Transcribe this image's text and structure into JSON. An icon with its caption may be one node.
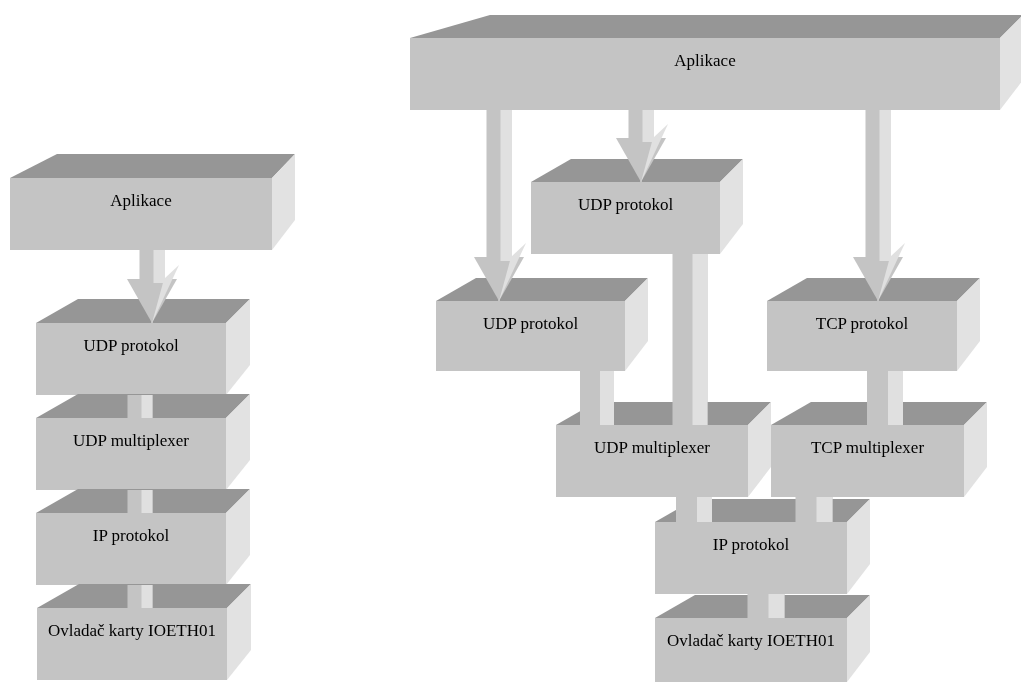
{
  "diagram": {
    "nodes": [
      {
        "text": [
          "Aplikace"
        ]
      },
      {
        "text": [
          "UDP protokol"
        ]
      },
      {
        "text": [
          "UDP multiplexer"
        ]
      },
      {
        "text": [
          "IP protokol"
        ]
      },
      {
        "text": [
          "Ovladač karty IOETH01"
        ]
      },
      {
        "text": [
          "Aplikace"
        ]
      },
      {
        "text": [
          "UDP protokol"
        ]
      },
      {
        "text": [
          "UDP protokol"
        ]
      },
      {
        "text": [
          "TCP protokol"
        ]
      },
      {
        "text": [
          "UDP multiplexer"
        ]
      },
      {
        "text": [
          "TCP multiplexer"
        ]
      },
      {
        "text": [
          "IP protokol"
        ]
      },
      {
        "text": [
          "Ovladač karty IOETH01"
        ]
      }
    ],
    "edges": [
      {
        "from": 0,
        "to": 1,
        "arrow": "to"
      },
      {
        "from": 1,
        "to": 2,
        "arrow": "none"
      },
      {
        "from": 2,
        "to": 3,
        "arrow": "none"
      },
      {
        "from": 3,
        "to": 4,
        "arrow": "none"
      },
      {
        "from": 5,
        "to": 7,
        "arrow": "to"
      },
      {
        "from": 5,
        "to": 6,
        "arrow": "to"
      },
      {
        "from": 5,
        "to": 8,
        "arrow": "to"
      },
      {
        "from": 6,
        "to": 9,
        "arrow": "none"
      },
      {
        "from": 7,
        "to": 9,
        "arrow": "none"
      },
      {
        "from": 8,
        "to": 10,
        "arrow": "none"
      },
      {
        "from": 9,
        "to": 11,
        "arrow": "none"
      },
      {
        "from": 10,
        "to": 11,
        "arrow": "none"
      },
      {
        "from": 11,
        "to": 12,
        "arrow": "none"
      }
    ]
  }
}
